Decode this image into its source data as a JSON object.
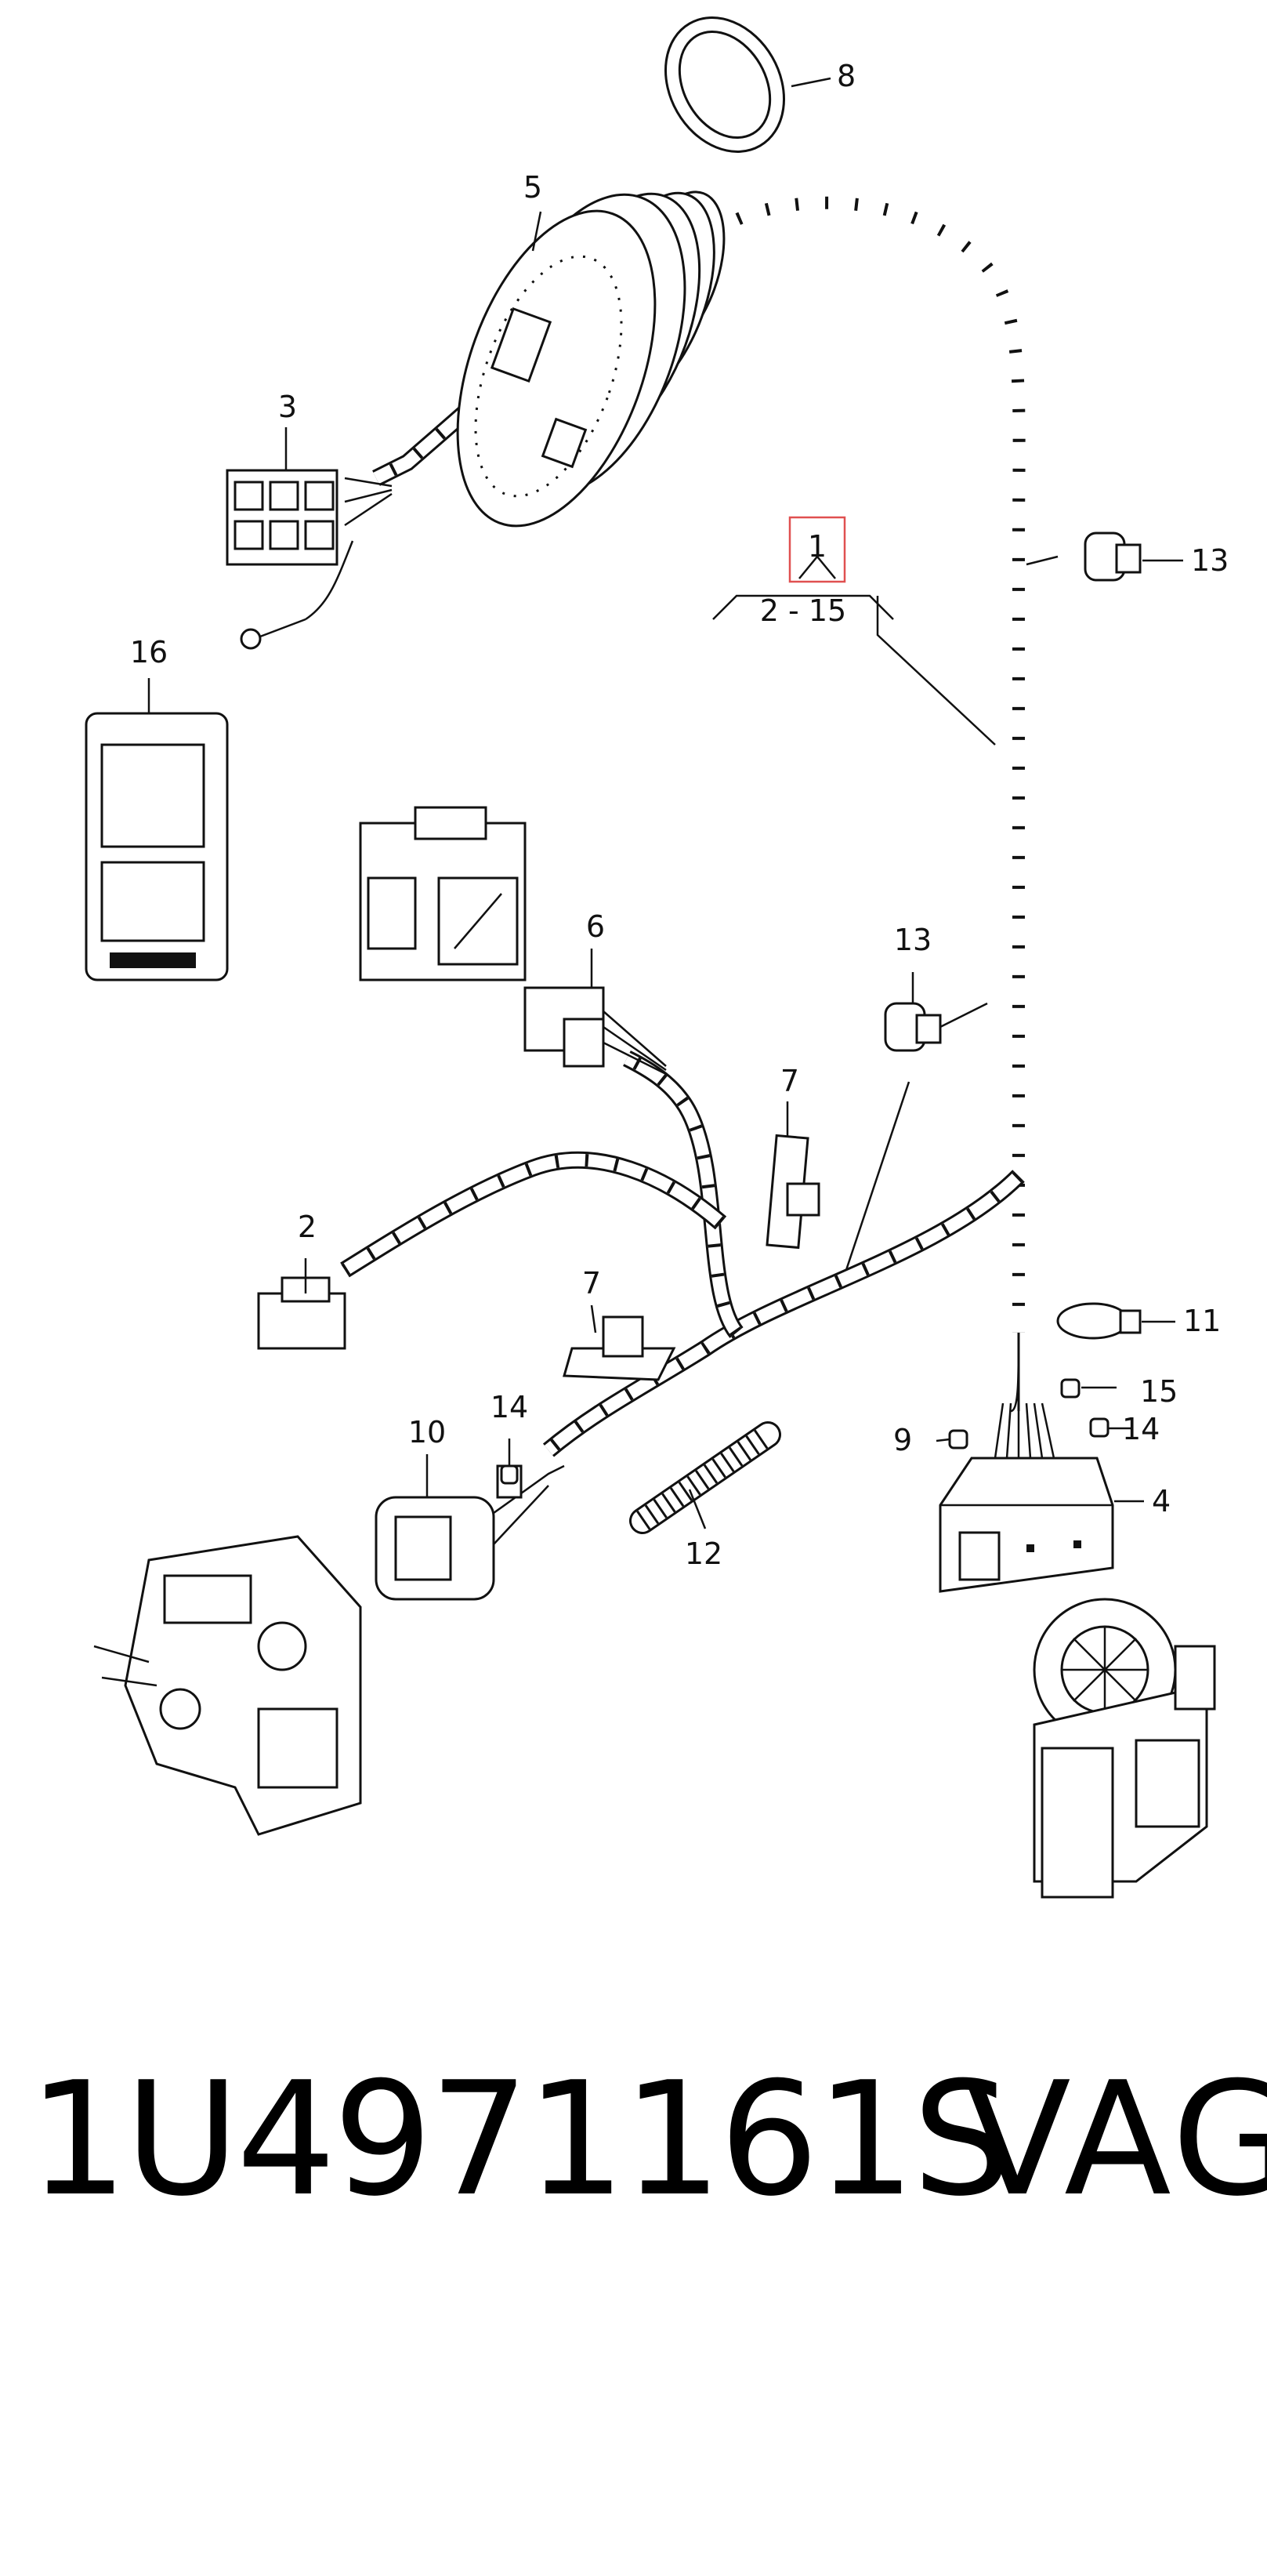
{
  "callouts": {
    "c1": "1",
    "c1_range": "2 - 15",
    "c2": "2",
    "c3": "3",
    "c4": "4",
    "c5": "5",
    "c6": "6",
    "c7a": "7",
    "c7b": "7",
    "c8": "8",
    "c9": "9",
    "c10": "10",
    "c11": "11",
    "c12": "12",
    "c13a": "13",
    "c13b": "13",
    "c14a": "14",
    "c14b": "14",
    "c15": "15",
    "c16": "16"
  },
  "caption": {
    "part_number": "1U4971161S",
    "brand": "VAG"
  },
  "colors": {
    "highlight": "#e05050",
    "line": "#111111"
  }
}
